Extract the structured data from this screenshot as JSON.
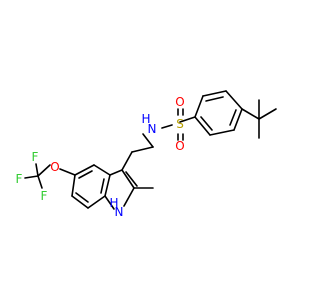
{
  "molecule": {
    "atoms": {
      "N_sulfonamide": "N",
      "H_sulfonamide": "H",
      "S": "S",
      "O_upper": "O",
      "O_lower": "O",
      "O_ether": "O",
      "F_top": "F",
      "F_left": "F",
      "F_bottom": "F",
      "H_indole": "H",
      "N_indole": "N"
    },
    "colors": {
      "carbon": "#000000",
      "nitrogen": "#0000ff",
      "oxygen": "#ff0000",
      "sulfur": "#b8a000",
      "fluorine": "#33cc33"
    }
  }
}
